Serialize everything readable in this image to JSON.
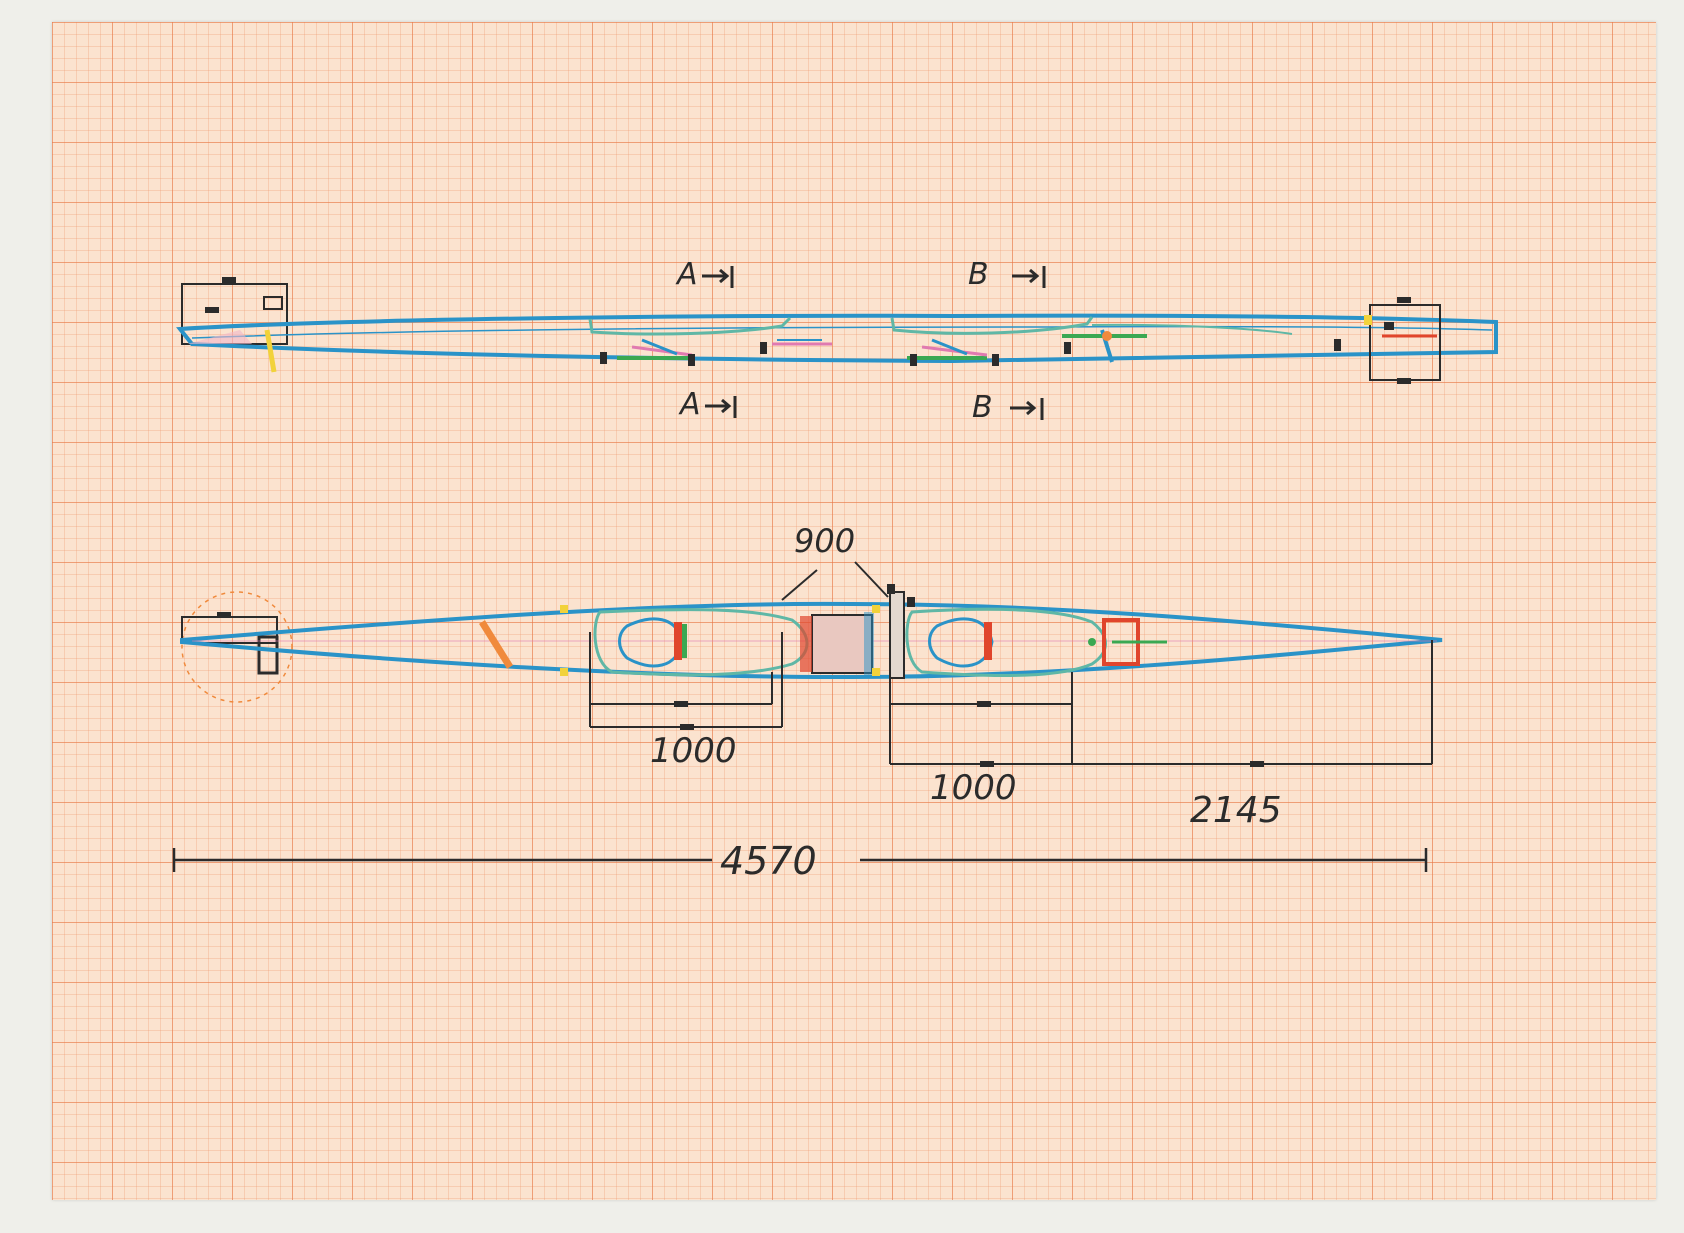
{
  "side_view": {
    "section_marks": [
      {
        "id": "A-top",
        "text": "A"
      },
      {
        "id": "A-bottom",
        "text": "A"
      },
      {
        "id": "B-top",
        "text": "B"
      },
      {
        "id": "B-bottom",
        "text": "B"
      }
    ]
  },
  "plan_view": {
    "dimensions": {
      "cockpit_spacing": "900",
      "cockpit_1_length": "1000",
      "cockpit_2_length": "1000",
      "aft_length": "2145",
      "overall_length": "4570"
    }
  },
  "colors": {
    "hull": "#2a93c8",
    "coaming": "#5fb7a6",
    "ink": "#2b2b2b",
    "accent_red": "#e0452c",
    "accent_orange": "#f08a3c",
    "accent_yellow": "#f2d23a",
    "accent_green": "#3aa852",
    "accent_pink": "#e07ab0"
  }
}
